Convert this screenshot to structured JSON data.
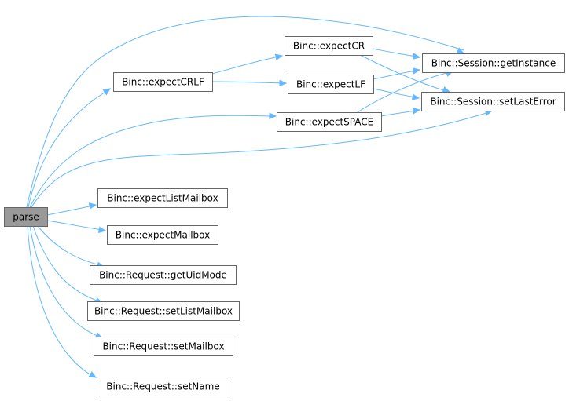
{
  "graph": {
    "nodes": [
      {
        "id": "parse",
        "label": "parse",
        "root": true
      },
      {
        "id": "expectCRLF",
        "label": "Binc::expectCRLF"
      },
      {
        "id": "expectCR",
        "label": "Binc::expectCR"
      },
      {
        "id": "expectLF",
        "label": "Binc::expectLF"
      },
      {
        "id": "expectSPACE",
        "label": "Binc::expectSPACE"
      },
      {
        "id": "getInstance",
        "label": "Binc::Session::getInstance"
      },
      {
        "id": "setLastError",
        "label": "Binc::Session::setLastError"
      },
      {
        "id": "expectListMailbox",
        "label": "Binc::expectListMailbox"
      },
      {
        "id": "expectMailbox",
        "label": "Binc::expectMailbox"
      },
      {
        "id": "getUidMode",
        "label": "Binc::Request::getUidMode"
      },
      {
        "id": "setListMailbox",
        "label": "Binc::Request::setListMailbox"
      },
      {
        "id": "setMailbox",
        "label": "Binc::Request::setMailbox"
      },
      {
        "id": "setName",
        "label": "Binc::Request::setName"
      }
    ],
    "edges": [
      {
        "from": "parse",
        "to": "getInstance"
      },
      {
        "from": "parse",
        "to": "expectCRLF"
      },
      {
        "from": "parse",
        "to": "expectSPACE"
      },
      {
        "from": "parse",
        "to": "setLastError"
      },
      {
        "from": "parse",
        "to": "expectListMailbox"
      },
      {
        "from": "parse",
        "to": "expectMailbox"
      },
      {
        "from": "parse",
        "to": "getUidMode"
      },
      {
        "from": "parse",
        "to": "setListMailbox"
      },
      {
        "from": "parse",
        "to": "setMailbox"
      },
      {
        "from": "parse",
        "to": "setName"
      },
      {
        "from": "expectCRLF",
        "to": "expectCR"
      },
      {
        "from": "expectCRLF",
        "to": "expectLF"
      },
      {
        "from": "expectCR",
        "to": "getInstance"
      },
      {
        "from": "expectCR",
        "to": "setLastError"
      },
      {
        "from": "expectLF",
        "to": "getInstance"
      },
      {
        "from": "expectLF",
        "to": "setLastError"
      },
      {
        "from": "expectSPACE",
        "to": "getInstance"
      },
      {
        "from": "expectSPACE",
        "to": "setLastError"
      }
    ],
    "colors": {
      "edge": "#63b8ff",
      "node_border": "#666666",
      "root_fill": "#999999",
      "node_fill": "#ffffff"
    }
  }
}
